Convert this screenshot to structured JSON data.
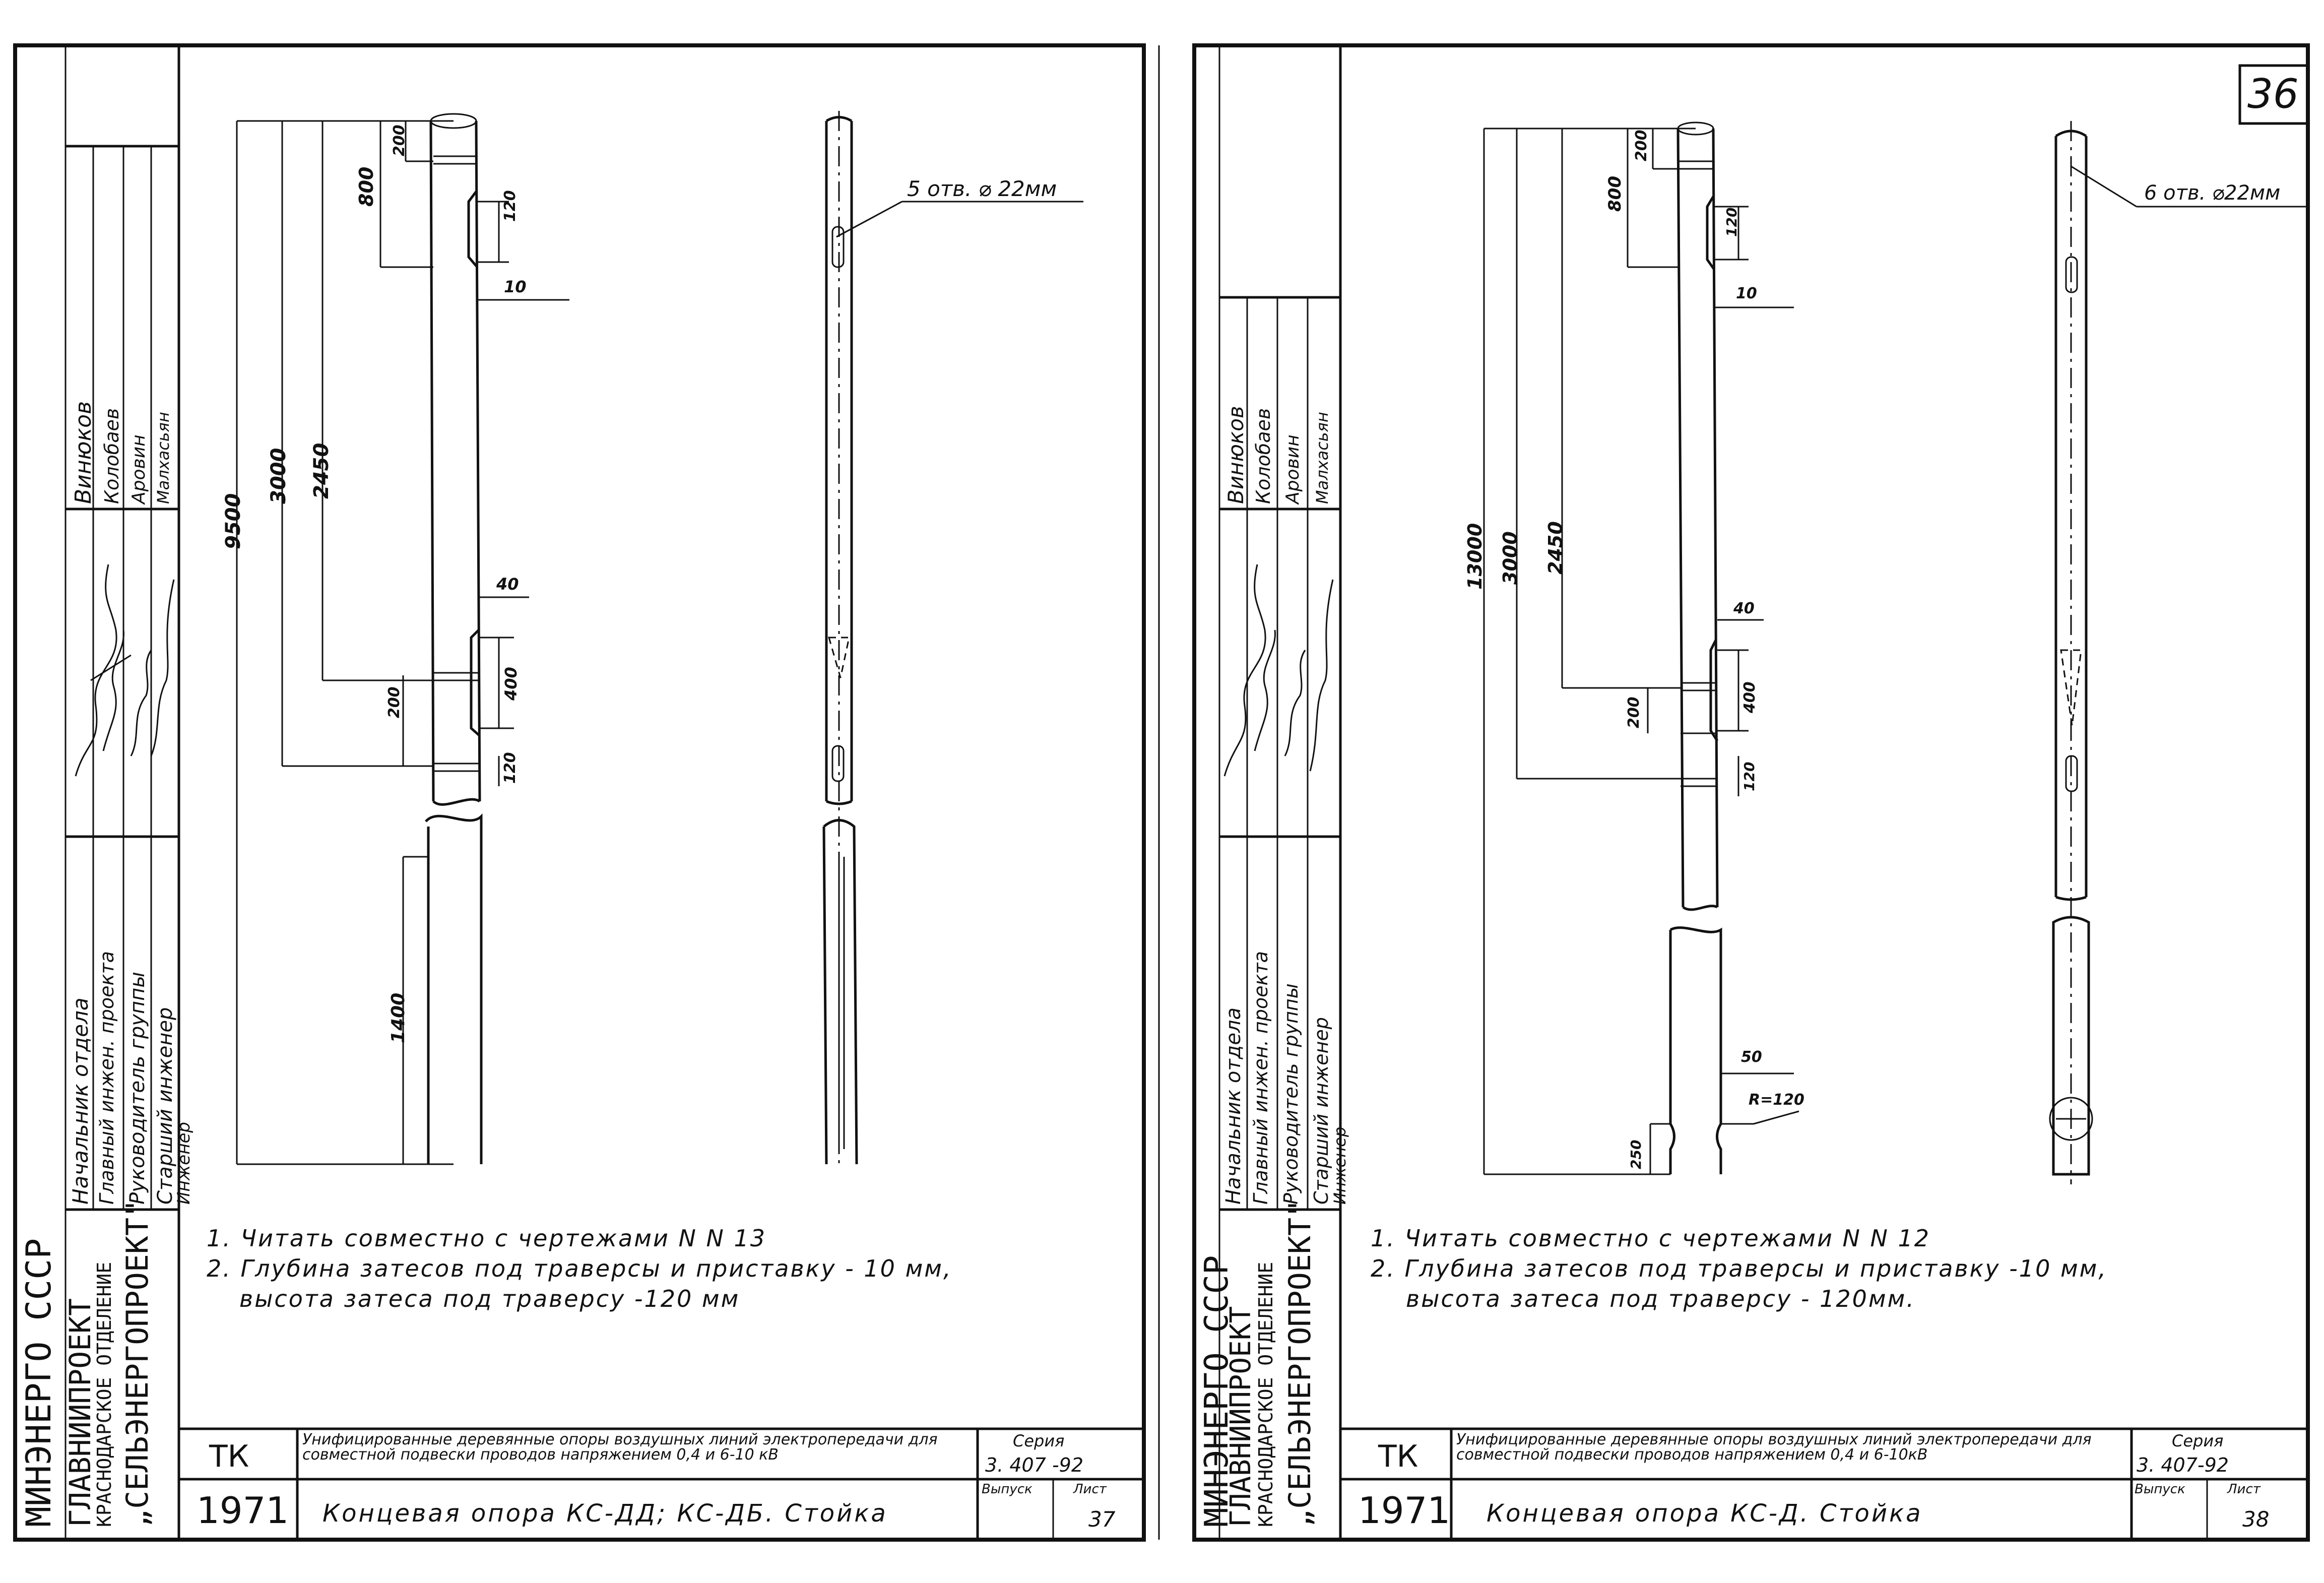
{
  "page_number": "36",
  "left": {
    "stamp": {
      "org_lines": [
        "МИНЭНЕРГО СССР",
        "ГЛАВНИИПРОЕКТ",
        "КРАСНОДАРСКОЕ ОТДЕЛЕНИЕ",
        "„СЕЛЬЭНЕРГОПРОЕКТ\""
      ],
      "roles": [
        "Начальник отдела",
        "Главный инжен. проекта",
        "Руководитель группы",
        "Старший инженер",
        "Инженер"
      ],
      "names": [
        "Винюков",
        "Колобаев",
        "Аровин",
        "Малхасьян"
      ]
    },
    "notes": [
      "1. Читать совместно с чертежами N N 13",
      "2. Глубина затесов под траверсы и приставку - 10 мм,",
      "высота затеса под траверсу -120 мм"
    ],
    "dims": {
      "d9500": "9500",
      "d3000": "3000",
      "d2450": "2450",
      "d800": "800",
      "d200a": "200",
      "d120a": "120",
      "d10": "10",
      "d40": "40",
      "d400": "400",
      "d200b": "200",
      "d120b": "120",
      "d1400": "1400"
    },
    "holes_label": "5 отв. ⌀ 22мм",
    "title_block": {
      "code": "ТК",
      "year": "1971",
      "description": "Унифицированные деревянные опоры воздушных линий электропередачи для совместной подвески проводов напряжением 0,4 и 6-10 кВ",
      "series_label": "Серия",
      "series": "3. 407 -92",
      "issue_label": "Выпуск",
      "sheet_label": "Лист",
      "sheet": "37",
      "name": "Концевая опора КС-ДД; КС-ДБ. Стойка"
    }
  },
  "right": {
    "stamp": {
      "org_lines": [
        "МИНЭНЕРГО СССР",
        "ГЛАВНИИПРОЕКТ",
        "КРАСНОДАРСКОЕ ОТДЕЛЕНИЕ",
        "„СЕЛЬЭНЕРГОПРОЕКТ\""
      ],
      "roles": [
        "Начальник отдела",
        "Главный инжен. проекта",
        "Руководитель группы",
        "Старший инженер",
        "Инженер"
      ],
      "names": [
        "Винюков",
        "Колобаев",
        "Аровин",
        "Малхасьян"
      ]
    },
    "notes": [
      "1. Читать совместно с чертежами N N 12",
      "2. Глубина затесов под траверсы и приставку -10 мм,",
      "высота затеса под траверсу - 120мм."
    ],
    "dims": {
      "d13000": "13000",
      "d3000": "3000",
      "d2450": "2450",
      "d800": "800",
      "d200a": "200",
      "d120a": "120",
      "d10": "10",
      "d40": "40",
      "d400": "400",
      "d200b": "200",
      "d120b": "120",
      "d50": "50",
      "r120": "R=120",
      "d250": "250"
    },
    "holes_label": "6 отв. ⌀22мм",
    "title_block": {
      "code": "ТК",
      "year": "1971",
      "description": "Унифицированные деревянные опоры воздушных линий электропередачи для совместной подвески проводов напряжением 0,4 и 6-10кВ",
      "series_label": "Серия",
      "series": "3. 407-92",
      "issue_label": "Выпуск",
      "sheet_label": "Лист",
      "sheet": "38",
      "name": "Концевая опора КС-Д. Стойка"
    }
  }
}
